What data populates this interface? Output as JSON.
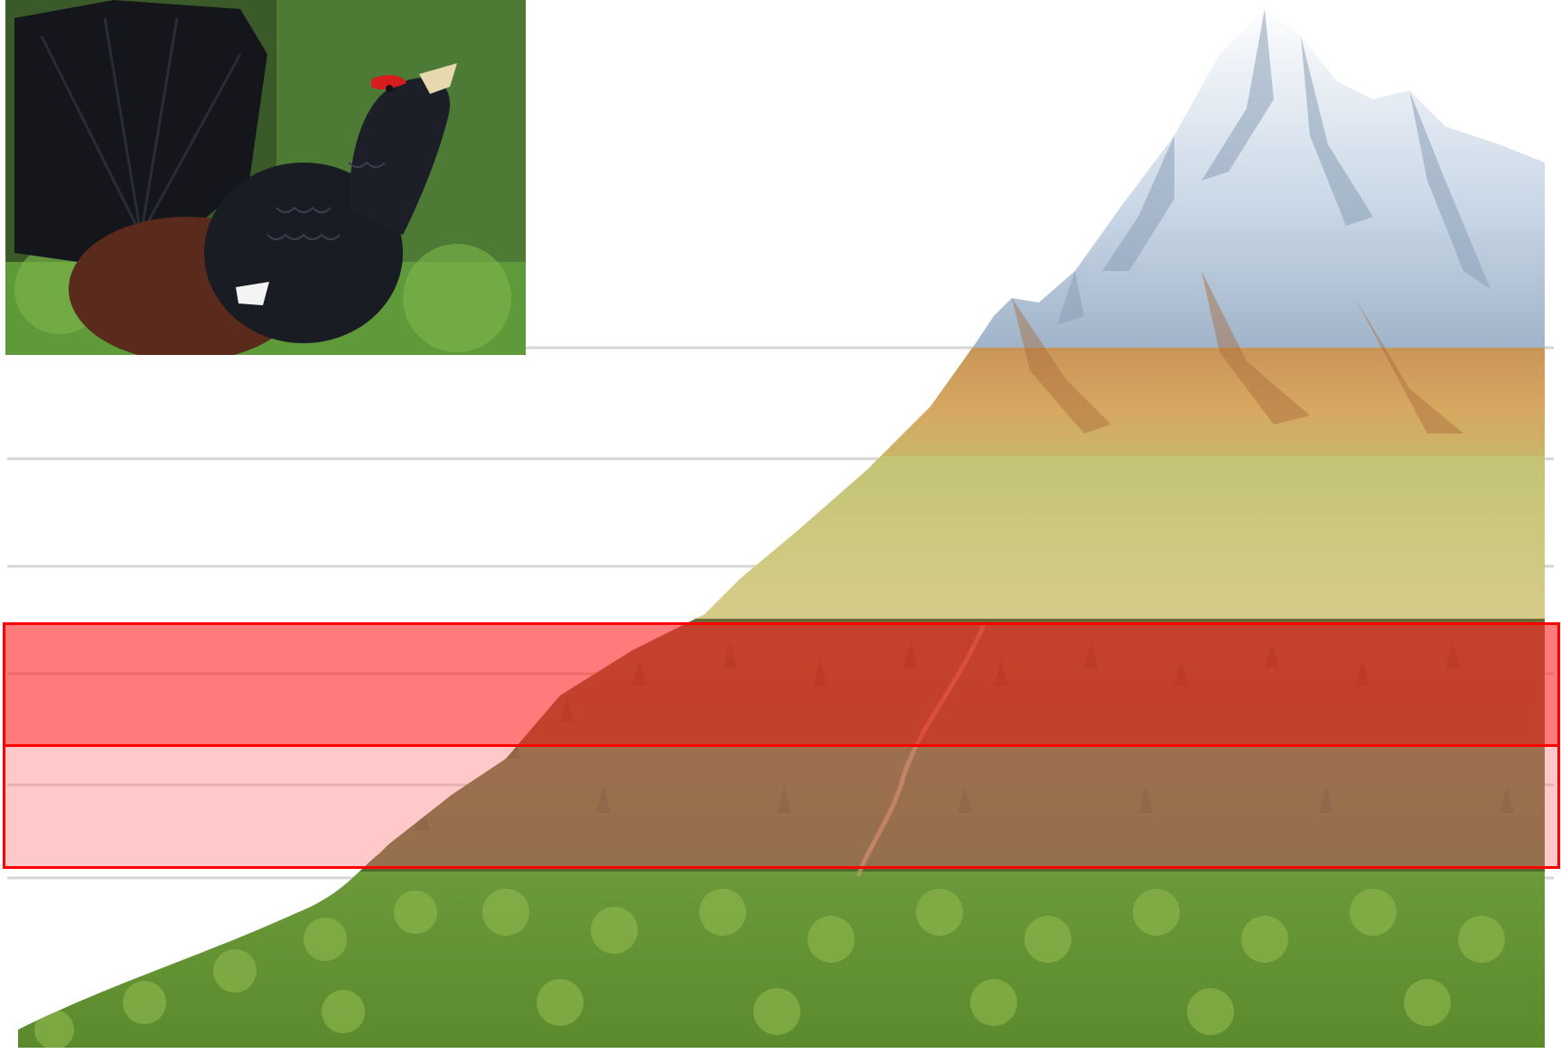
{
  "figure": {
    "habitat_belts": [
      {
        "belt": "snow-peak",
        "color": "#dbe4ee"
      },
      {
        "belt": "alpine-meadow",
        "color": "#d2a35a"
      },
      {
        "belt": "subalpine-grass",
        "color": "#c9c77a"
      },
      {
        "belt": "coniferous-forest",
        "color": "#5f6e3a"
      },
      {
        "belt": "deciduous-forest",
        "color": "#6f9a3a"
      }
    ],
    "highlight": {
      "color": "#ff0000",
      "bands": [
        "upper-conifer-band",
        "lower-conifer-band"
      ]
    },
    "photo": {
      "subject": "capercaillie-bird",
      "icon": "bird-photo"
    }
  }
}
